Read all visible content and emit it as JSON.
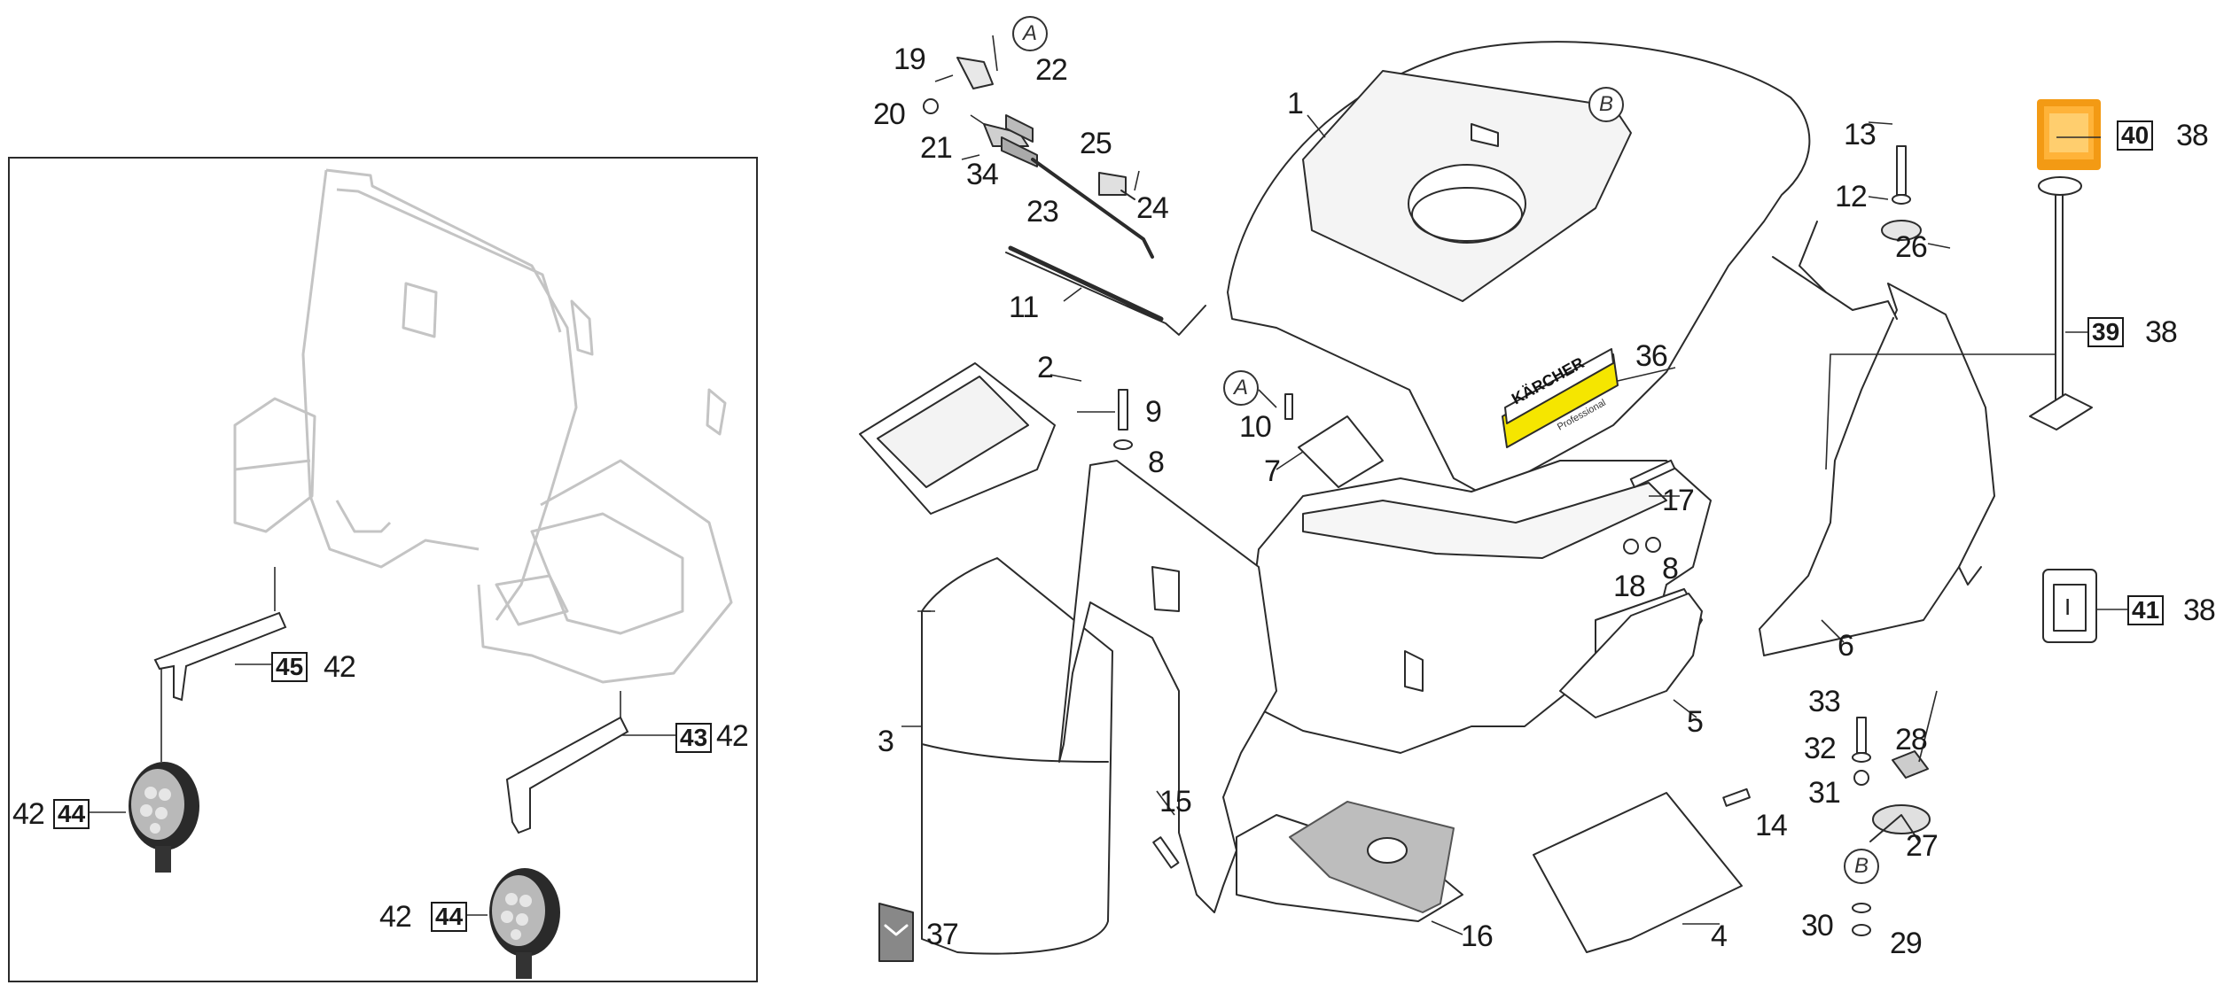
{
  "colors": {
    "line": "#2b2b2b",
    "faint": "#b5b5b5",
    "beacon": "#f39a14",
    "logo_yellow": "#f5e600"
  },
  "logo": {
    "brand": "KÄRCHER",
    "sub": "Professional"
  },
  "markers": {
    "a": "A",
    "b": "B"
  },
  "labels": {
    "n1": "1",
    "n2": "2",
    "n3": "3",
    "n4": "4",
    "n5": "5",
    "n6": "6",
    "n7": "7",
    "n8a": "8",
    "n8b": "8",
    "n9": "9",
    "n10": "10",
    "n11": "11",
    "n12": "12",
    "n13": "13",
    "n14": "14",
    "n15": "15",
    "n16": "16",
    "n17": "17",
    "n18": "18",
    "n19": "19",
    "n20": "20",
    "n21": "21",
    "n22": "22",
    "n23": "23",
    "n24": "24",
    "n25": "25",
    "n26": "26",
    "n27": "27",
    "n28": "28",
    "n29": "29",
    "n30": "30",
    "n31": "31",
    "n32": "32",
    "n33": "33",
    "n34": "34",
    "n36": "36",
    "n37": "37",
    "n38a": "38",
    "n38b": "38",
    "n38c": "38",
    "n42a": "42",
    "n42b": "42",
    "n42c": "42",
    "n42d": "42",
    "b39": "39",
    "b40": "40",
    "b41": "41",
    "b43": "43",
    "b44a": "44",
    "b44b": "44",
    "b45": "45"
  },
  "switch_mark": "I"
}
